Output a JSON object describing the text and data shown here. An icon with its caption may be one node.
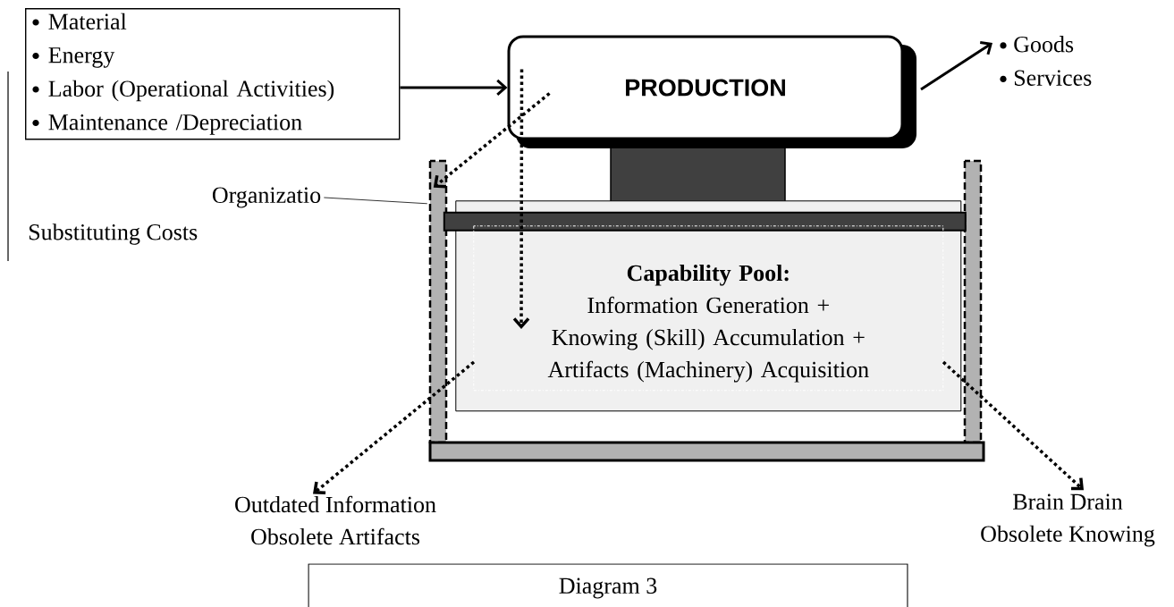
{
  "diagram": {
    "caption": "Diagram 3",
    "nodes": [
      {
        "text": [
          "Material",
          "Energy",
          "Labor (Operational Activities)",
          "Maintenance /Depreciation"
        ]
      },
      {
        "text": [
          "PRODUCTION"
        ]
      },
      {
        "text": [
          "Goods",
          "Services"
        ]
      },
      {
        "text": [
          "Organizatio"
        ]
      },
      {
        "text": [],
        "shape": "box"
      },
      {
        "text": [
          "Capability Pool:",
          "Information Generation + Knowing (Skill) Accumulation + Artifacts (Machinery) Acquisition"
        ],
        "in": 4
      },
      {
        "text": [
          "Outdated Information",
          "Obsolete Artifacts"
        ]
      },
      {
        "text": [
          "Brain Drain",
          "Obsolete Knowing"
        ]
      }
    ],
    "edges": [
      {
        "from": 0,
        "to": 1,
        "arrow": "to"
      },
      {
        "from": 1,
        "to": 2,
        "arrow": "to"
      },
      {
        "from": 1,
        "to": 4,
        "arrow": "to",
        "style": "dashed"
      },
      {
        "from": 1,
        "to": 5,
        "arrow": "to",
        "style": "dashed"
      },
      {
        "from": 5,
        "to": 6,
        "arrow": "to",
        "style": "dashed"
      },
      {
        "from": 5,
        "to": 7,
        "arrow": "to",
        "style": "dashed"
      },
      {
        "from": 3,
        "to": 4,
        "arrow": "none"
      }
    ],
    "labels": [
      "Substituting Costs"
    ]
  }
}
